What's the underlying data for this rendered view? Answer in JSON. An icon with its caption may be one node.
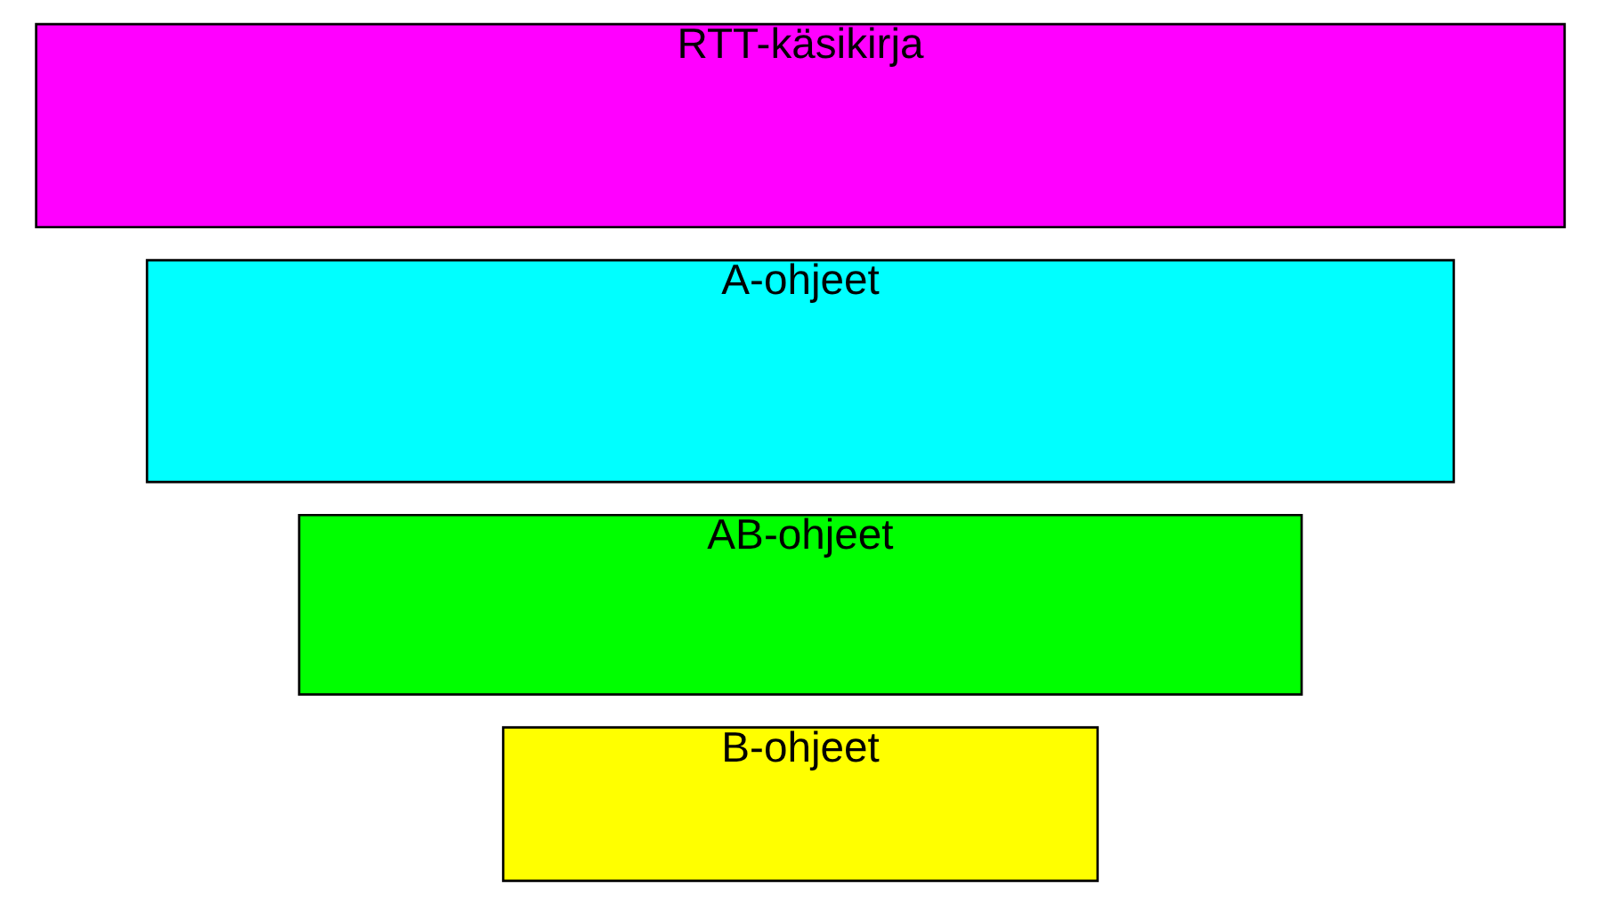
{
  "diagram": {
    "nodes": [
      {
        "text": [
          "RTT-käsikirja"
        ]
      },
      {
        "text": [
          "A-ohjeet"
        ]
      },
      {
        "text": [
          "AB-ohjeet"
        ]
      },
      {
        "text": [
          "B-ohjeet"
        ]
      }
    ]
  }
}
